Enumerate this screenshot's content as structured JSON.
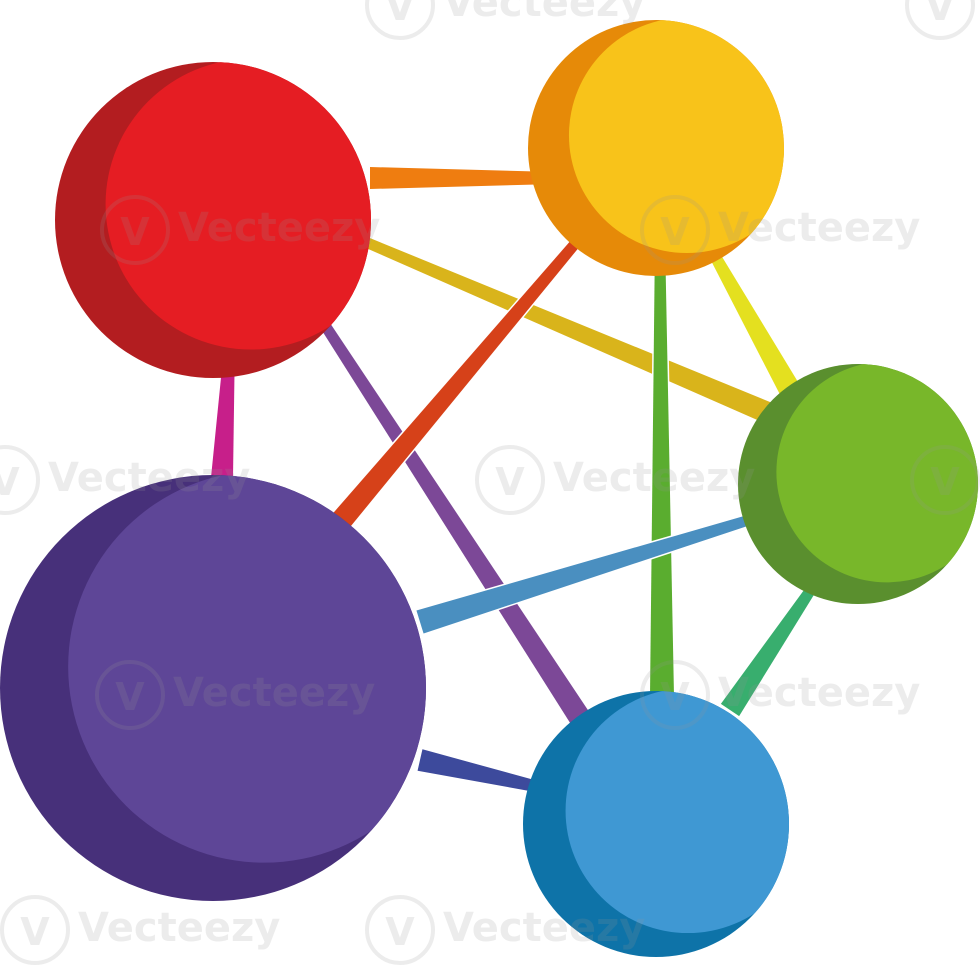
{
  "diagram": {
    "type": "network-graph",
    "nodes": [
      {
        "id": "red",
        "color": "#e51d23",
        "shade": "#b31d20"
      },
      {
        "id": "yellow",
        "color": "#f8c31a",
        "shade": "#e68a08"
      },
      {
        "id": "green",
        "color": "#78b72a",
        "shade": "#5a8f2e"
      },
      {
        "id": "blue",
        "color": "#3f98d3",
        "shade": "#0e73a8"
      },
      {
        "id": "purple",
        "color": "#5e4697",
        "shade": "#47307a"
      }
    ],
    "edges": [
      {
        "from": "red",
        "to": "yellow",
        "color": "#ef7d10"
      },
      {
        "from": "red",
        "to": "green",
        "color": "#d9b41b"
      },
      {
        "from": "red",
        "to": "blue",
        "color": "#7c4897"
      },
      {
        "from": "red",
        "to": "purple",
        "color": "#c71f8a"
      },
      {
        "from": "yellow",
        "to": "purple",
        "color": "#d64119"
      },
      {
        "from": "yellow",
        "to": "blue",
        "color": "#5aad2f"
      },
      {
        "from": "yellow",
        "to": "green",
        "color": "#e4e01f"
      },
      {
        "from": "green",
        "to": "purple",
        "color": "#4a8fc0"
      },
      {
        "from": "green",
        "to": "blue",
        "color": "#38ae6e"
      },
      {
        "from": "purple",
        "to": "blue",
        "color": "#3d4a9c"
      }
    ]
  },
  "watermark": {
    "text": "Vecteezy",
    "logo": "vecteezy-logo-icon"
  }
}
